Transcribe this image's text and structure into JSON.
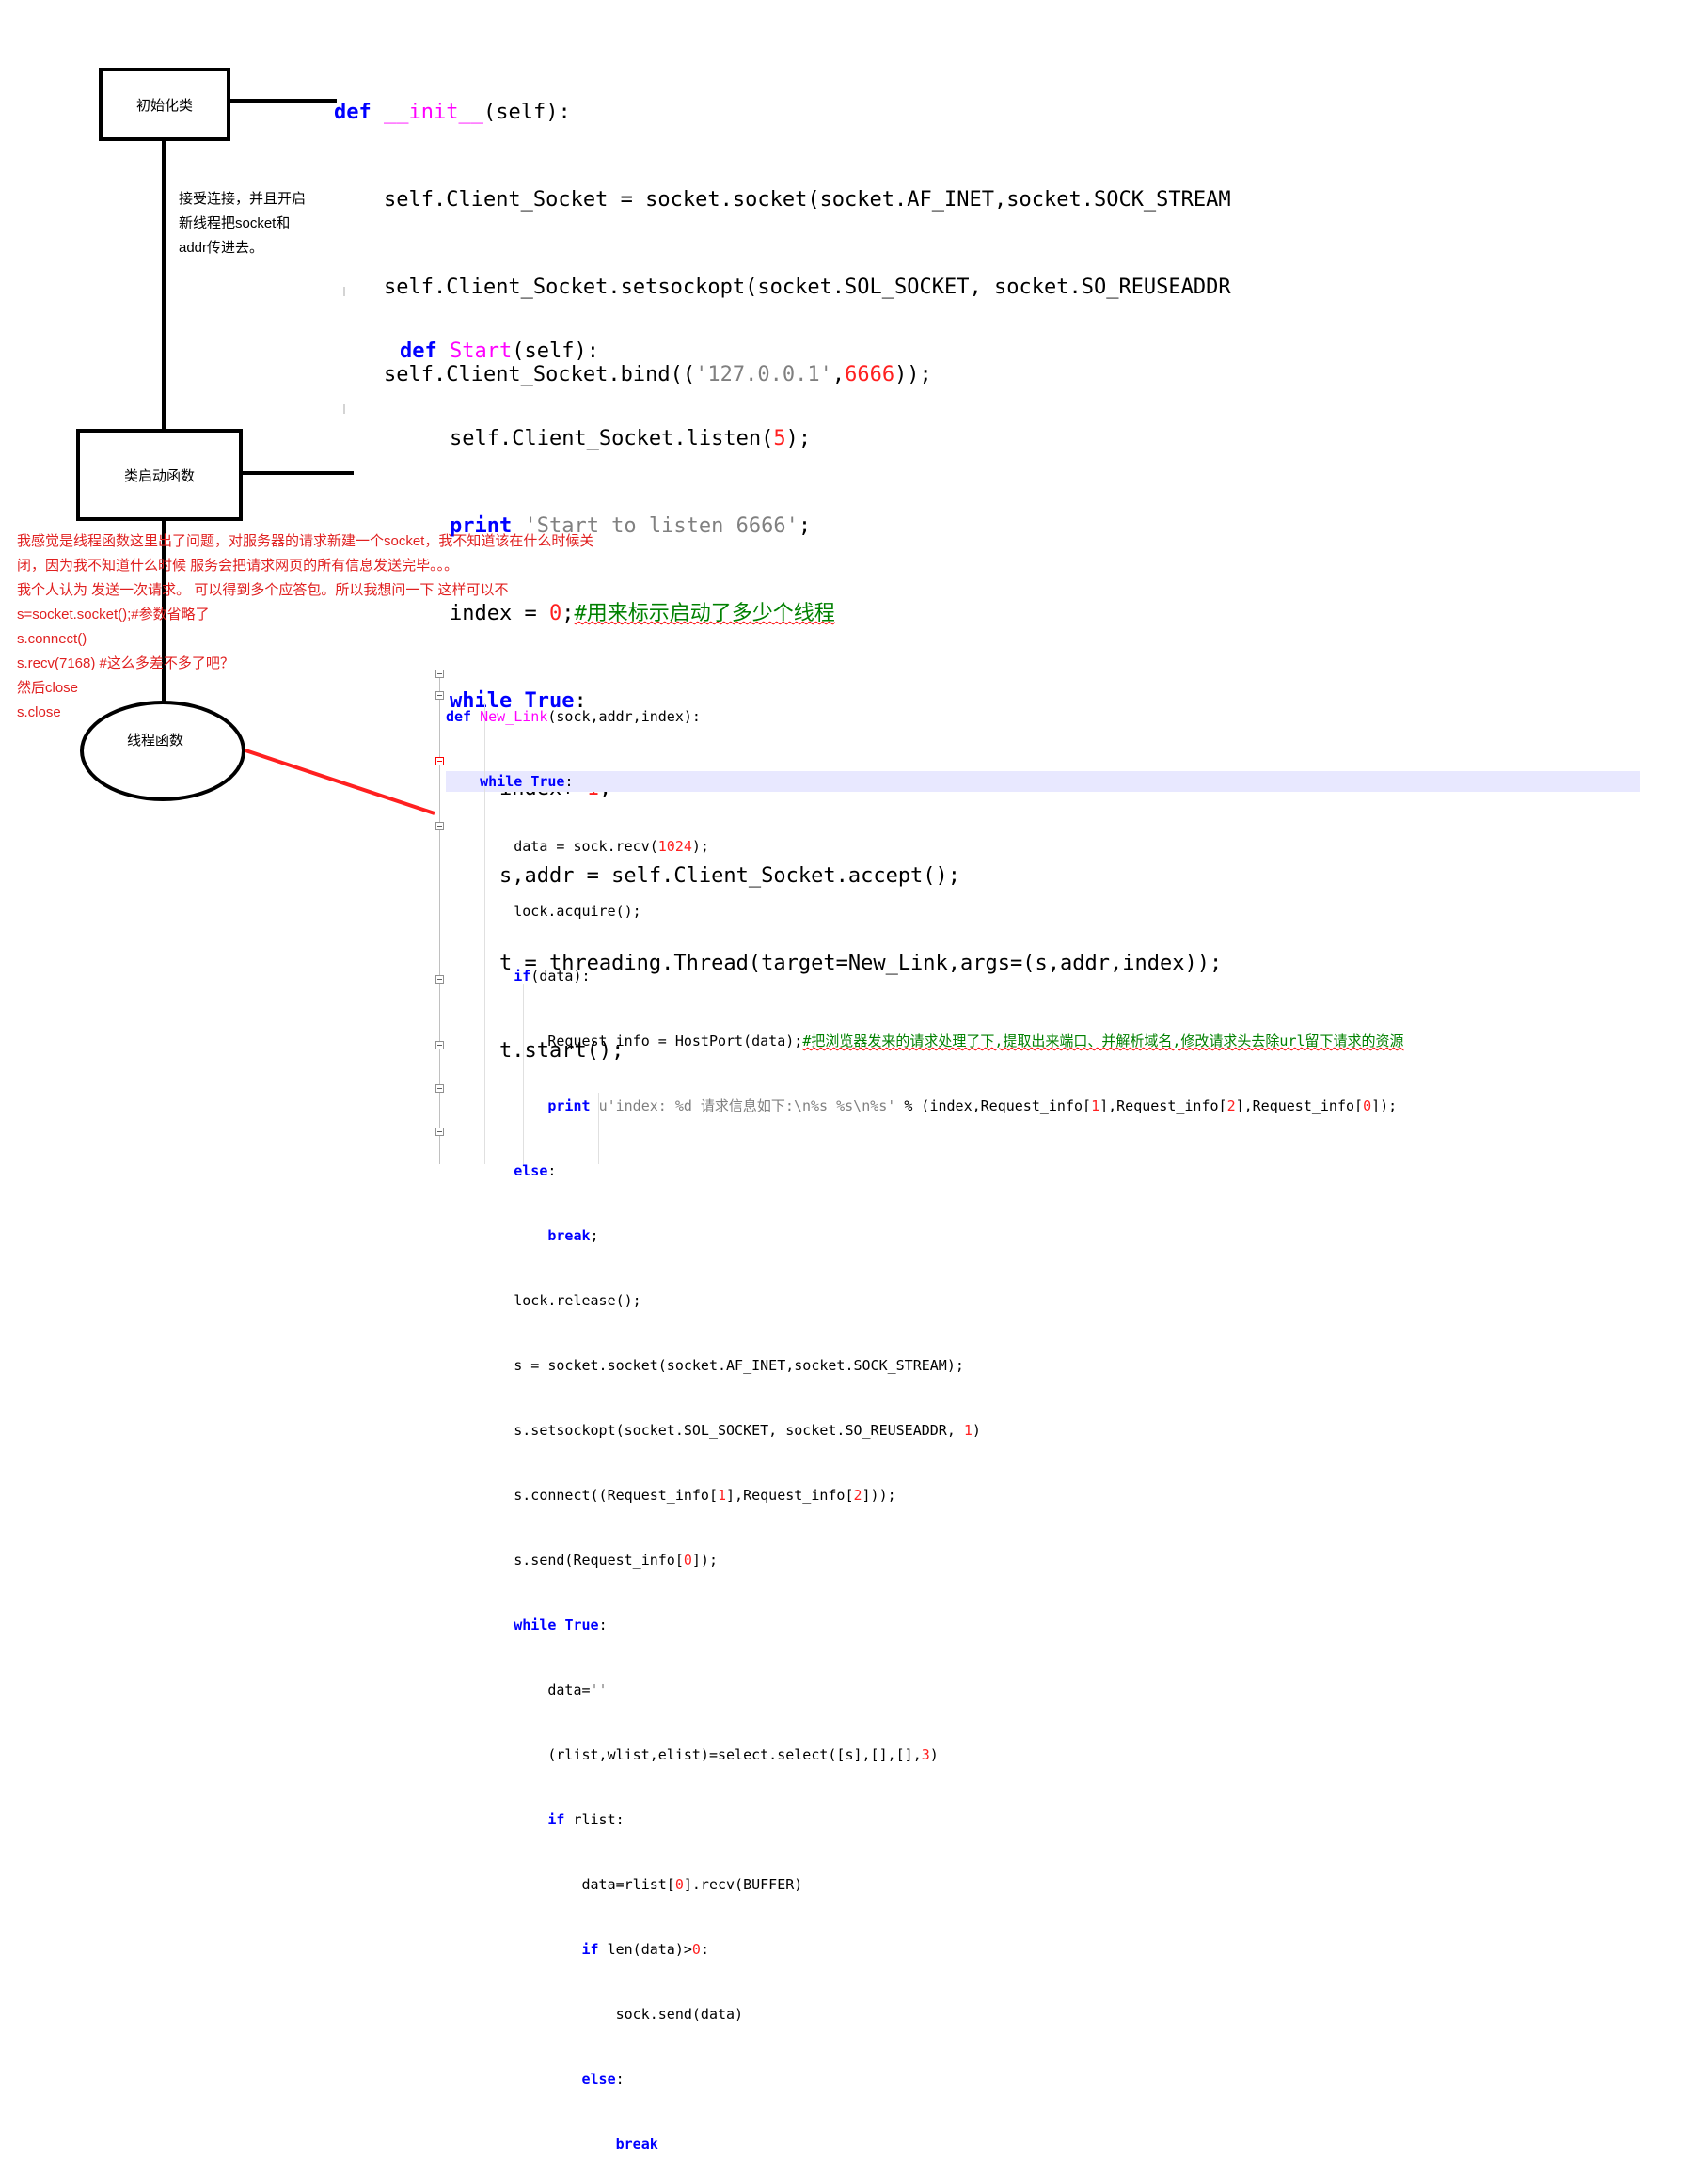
{
  "diagram": {
    "boxes": {
      "init_class": "初始化类",
      "start_function": "类启动函数",
      "thread_function": "线程函数"
    },
    "connector_note": [
      "接受连接，并且开启",
      "新线程把socket和",
      "addr传进去。"
    ],
    "red_note": [
      "我感觉是线程函数这里出了问题，对服务器的请求新建一个socket，我不知道该在什么时候关",
      "闭，因为我不知道什么时候 服务会把请求网页的所有信息发送完毕。。。",
      "我个人认为 发送一次请求。 可以得到多个应答包。所以我想问一下 这样可以不",
      "s=socket.socket();#参数省略了",
      "s.connect()",
      "s.recv(7168)  #这么多差不多了吧？",
      "然后close",
      " s.close"
    ]
  },
  "code_init": {
    "l1": {
      "kw": "def",
      "name": "__init__",
      "rest": "(self):"
    },
    "l2": "self.Client_Socket = socket.socket(socket.AF_INET,socket.SOCK_STREAM",
    "l3": "self.Client_Socket.setsockopt(socket.SOL_SOCKET, socket.SO_REUSEADDR",
    "l4": {
      "pre": "self.Client_Socket.bind((",
      "str": "'127.0.0.1'",
      "comma": ",",
      "num": "6666",
      "post": "));"
    }
  },
  "code_start": {
    "l1": {
      "kw": "def",
      "name": "Start",
      "rest": "(self):"
    },
    "l2": {
      "pre": "self.Client_Socket.listen(",
      "num": "5",
      "post": ");"
    },
    "l3": {
      "kw": "print",
      "str": "'Start to listen 6666'",
      "post": ";"
    },
    "l4": {
      "pre": "index = ",
      "num": "0",
      "semi": ";",
      "comment": "#用来标示启动了多少个线程"
    },
    "l5": {
      "kw1": "while",
      "kw2": "True",
      "post": ":"
    },
    "l6": {
      "pre": "index+=",
      "num": "1",
      "post": ";"
    },
    "l7": "s,addr = self.Client_Socket.accept();",
    "l8": "t = threading.Thread(target=New_Link,args=(s,addr,index));",
    "l9": "t.start();"
  },
  "code_newlink": {
    "l1": {
      "kw": "def",
      "name": "New_Link",
      "rest": "(sock,addr,index):"
    },
    "l2": {
      "kw1": "while",
      "kw2": "True",
      "post": ":"
    },
    "l3": {
      "pre": "data = sock.recv(",
      "num": "1024",
      "post": ");"
    },
    "l4": "lock.acquire();",
    "l5": {
      "kw": "if",
      "post": "(data):"
    },
    "l6": {
      "pre": "Request_info = HostPort(data);",
      "comment": "#把浏览器发来的请求处理了下,提取出来端口、并解析域名,修改请求头去除url留下请求的资源"
    },
    "l7": {
      "kw": "print",
      "str": "u'index: %d 请求信息如下:\\n%s %s\\n%s'",
      "mid": " % (index,Request_info[",
      "n1": "1",
      "m2": "],Request_info[",
      "n2": "2",
      "m3": "],Request_info[",
      "n3": "0",
      "post": "]);"
    },
    "l8": {
      "kw": "else",
      "post": ":"
    },
    "l9": {
      "kw": "break",
      "post": ";"
    },
    "l10": "lock.release();",
    "l11": "s = socket.socket(socket.AF_INET,socket.SOCK_STREAM);",
    "l12": {
      "pre": "s.setsockopt(socket.SOL_SOCKET, socket.SO_REUSEADDR, ",
      "num": "1",
      "post": ")"
    },
    "l13": {
      "pre": "s.connect((Request_info[",
      "n1": "1",
      "mid": "],Request_info[",
      "n2": "2",
      "post": "]));"
    },
    "l14": {
      "pre": "s.send(Request_info[",
      "num": "0",
      "post": "]);"
    },
    "l15": {
      "kw1": "while",
      "kw2": "True",
      "post": ":"
    },
    "l16": {
      "pre": "data=",
      "str": "''"
    },
    "l17": {
      "pre": "(rlist,wlist,elist)=select.select([s],[],[],",
      "num": "3",
      "post": ")"
    },
    "l18": {
      "kw": "if",
      "post": " rlist:"
    },
    "l19": {
      "pre": "data=rlist[",
      "num": "0",
      "post": "].recv(BUFFER)"
    },
    "l20": {
      "kw": "if",
      "pre": " len(data)>",
      "num": "0",
      "post": ":"
    },
    "l21": "sock.send(data)",
    "l22": {
      "kw": "else",
      "post": ":"
    },
    "l23": {
      "kw": "break"
    }
  }
}
